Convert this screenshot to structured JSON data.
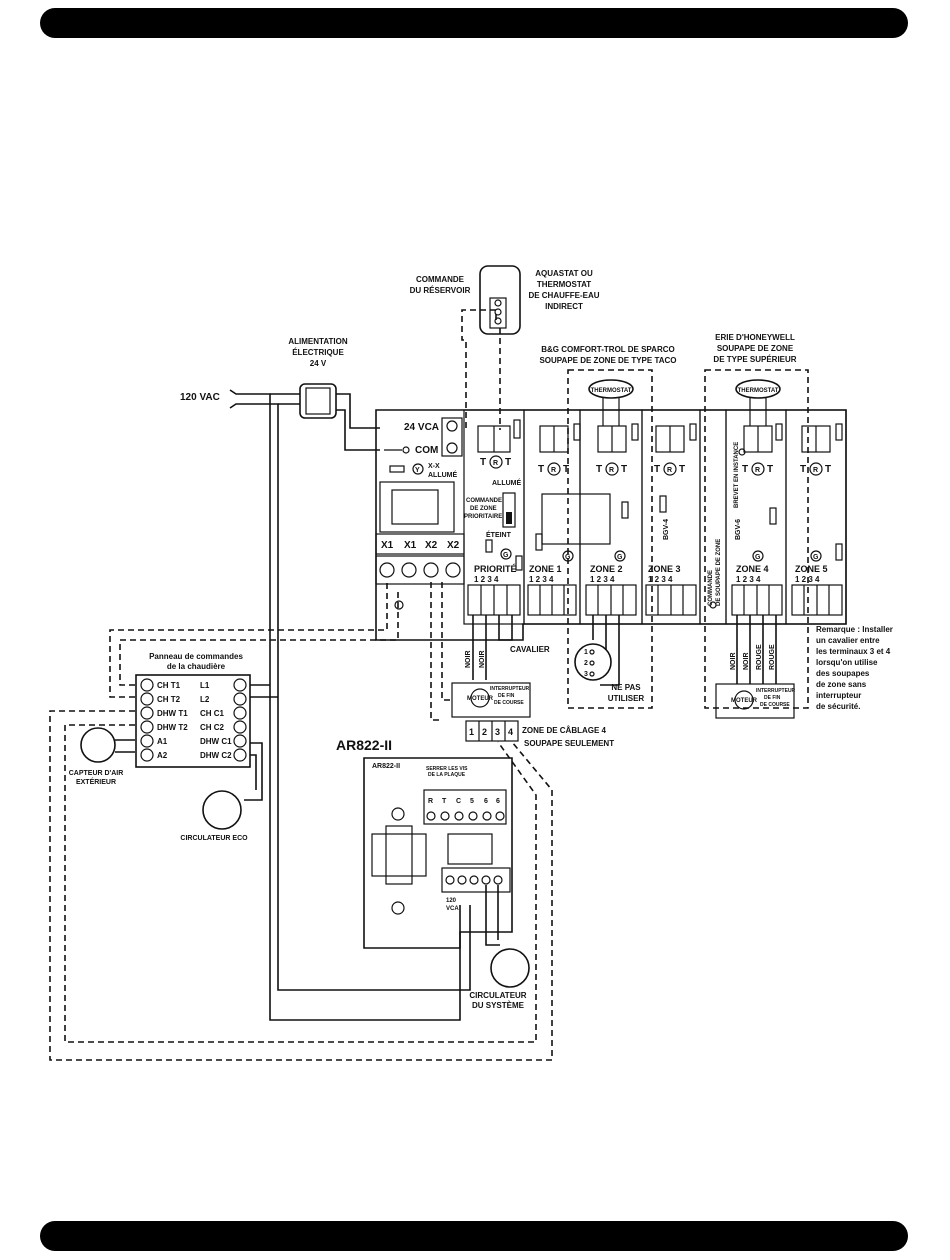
{
  "title": "AR822-II",
  "top": {
    "commande_reservoir": [
      "COMMANDE",
      "DU RÉSERVOIR"
    ],
    "aquastat": [
      "AQUASTAT OU",
      "THERMOSTAT",
      "DE CHAUFFE-EAU",
      "INDIRECT"
    ],
    "alimentation": [
      "ALIMENTATION",
      "ÉLECTRIQUE",
      "24 V"
    ],
    "vac": "120 VAC",
    "bg": [
      "B&G COMFORT-TROL DE SPARCO",
      "SOUPAPE DE ZONE DE TYPE TACO"
    ],
    "erie": [
      "ERIE D'HONEYWELL",
      "SOUPAPE DE ZONE",
      "DE TYPE SUPÉRIEUR"
    ],
    "thermostat": "THERMOSTAT"
  },
  "panel": {
    "vca": "24 VCA",
    "com": "COM",
    "xx": [
      "X-X",
      "ALLUMÉ"
    ],
    "x_terms": [
      "X1",
      "X1",
      "X2",
      "X2"
    ],
    "allume": "ALLUMÉ",
    "eteint": "ÉTEINT",
    "commande_zone": [
      "COMMANDE",
      "DE ZONE",
      "PRIORITAIRE"
    ],
    "priorite": "PRIORITÉ",
    "zones": [
      "ZONE 1",
      "ZONE 2",
      "ZONE 3",
      "ZONE 4",
      "ZONE 5"
    ],
    "terms": "1 2 3 4",
    "bgv4": "BGV-4",
    "bgv6": "BGV-6",
    "trt": [
      "T",
      "R",
      "T"
    ],
    "g": "G",
    "commande_soupape": [
      "COMMANDE",
      "DE SOUPAPE DE ZONE"
    ],
    "brevet": [
      "BREVET EN INSTANCE"
    ]
  },
  "wiring": {
    "noir": "NOIR",
    "rouge": "ROUGE",
    "cavalier": "CAVALIER",
    "moteur": "MOTEUR",
    "interrupteur": [
      "INTERRUPTEUR",
      "DE FIN",
      "DE COURSE"
    ],
    "ne_pas": [
      "NE PAS",
      "UTILISER"
    ],
    "zone4": [
      "ZONE DE CÂBLAGE 4",
      "SOUPAPE SEULEMENT"
    ],
    "terms1234": [
      "1",
      "2",
      "3",
      "4"
    ],
    "remarque": [
      "Remarque : Installer",
      "un cavalier entre",
      "les terminaux 3 et 4",
      "lorsqu'on utilise",
      "des soupapes",
      "de zone sans",
      "interrupteur",
      "de sécurité."
    ]
  },
  "boiler": {
    "title": [
      "Panneau de commandes",
      "de la chaudière"
    ],
    "left": [
      "CH T1",
      "CH T2",
      "DHW T1",
      "DHW T2",
      "A1",
      "A2"
    ],
    "right": [
      "L1",
      "L2",
      "CH C1",
      "CH C2",
      "DHW C1",
      "DHW C2"
    ],
    "capteur": [
      "CAPTEUR D'AIR",
      "EXTÉRIEUR"
    ],
    "circ_eco": "CIRCULATEUR ECO"
  },
  "relay": {
    "name": "AR822-II",
    "header": [
      "AR822-II"
    ],
    "serrer": [
      "SERRER LES VIS",
      "DE LA PLAQUE"
    ],
    "terms_top": [
      "R",
      "T",
      "C",
      "5",
      "6",
      "6"
    ],
    "vca": [
      "120",
      "VCA"
    ],
    "circ_sys": [
      "CIRCULATEUR",
      "DU SYSTÈME"
    ]
  },
  "colors": {
    "ink": "#111111",
    "bar": "#000000",
    "background": "#ffffff"
  }
}
